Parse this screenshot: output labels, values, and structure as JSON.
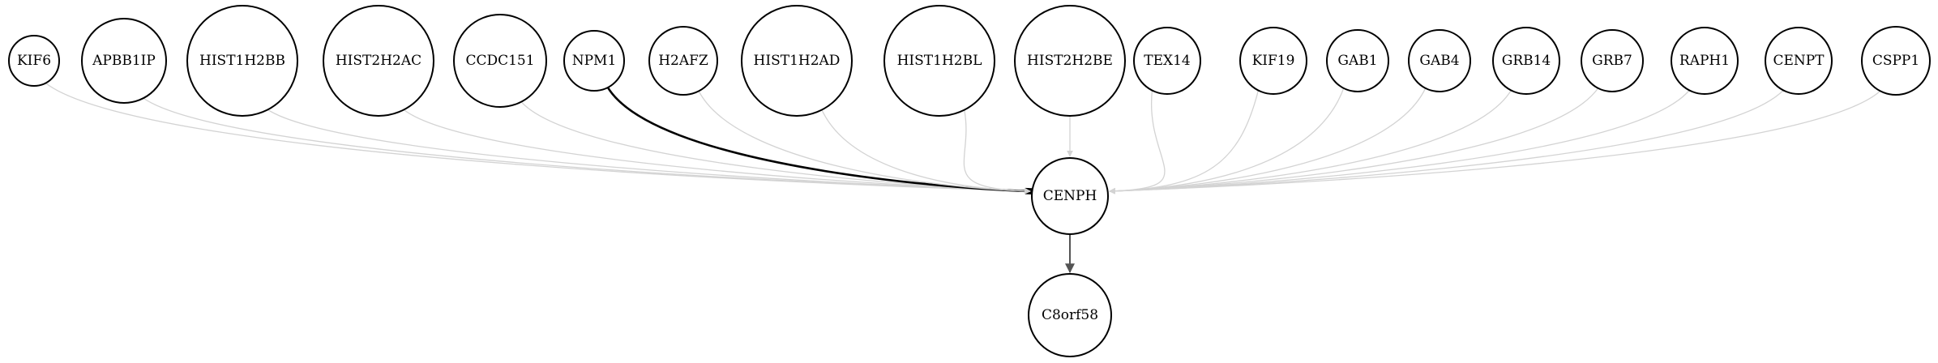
{
  "graph": {
    "nodes": [
      {
        "id": "KIF6",
        "label": "KIF6"
      },
      {
        "id": "APBB1IP",
        "label": "APBB1IP"
      },
      {
        "id": "HIST1H2BB",
        "label": "HIST1H2BB"
      },
      {
        "id": "HIST2H2AC",
        "label": "HIST2H2AC"
      },
      {
        "id": "CCDC151",
        "label": "CCDC151"
      },
      {
        "id": "NPM1",
        "label": "NPM1"
      },
      {
        "id": "H2AFZ",
        "label": "H2AFZ"
      },
      {
        "id": "HIST1H2AD",
        "label": "HIST1H2AD"
      },
      {
        "id": "HIST1H2BL",
        "label": "HIST1H2BL"
      },
      {
        "id": "HIST2H2BE",
        "label": "HIST2H2BE"
      },
      {
        "id": "TEX14",
        "label": "TEX14"
      },
      {
        "id": "KIF19",
        "label": "KIF19"
      },
      {
        "id": "GAB1",
        "label": "GAB1"
      },
      {
        "id": "GAB4",
        "label": "GAB4"
      },
      {
        "id": "GRB14",
        "label": "GRB14"
      },
      {
        "id": "GRB7",
        "label": "GRB7"
      },
      {
        "id": "RAPH1",
        "label": "RAPH1"
      },
      {
        "id": "CENPT",
        "label": "CENPT"
      },
      {
        "id": "CSPP1",
        "label": "CSPP1"
      },
      {
        "id": "CENPH",
        "label": "CENPH"
      },
      {
        "id": "C8orf58",
        "label": "C8orf58"
      }
    ],
    "edges": [
      {
        "from": "KIF6",
        "to": "CENPH",
        "style": "light"
      },
      {
        "from": "APBB1IP",
        "to": "CENPH",
        "style": "light"
      },
      {
        "from": "HIST1H2BB",
        "to": "CENPH",
        "style": "light"
      },
      {
        "from": "HIST2H2AC",
        "to": "CENPH",
        "style": "light"
      },
      {
        "from": "CCDC151",
        "to": "CENPH",
        "style": "light"
      },
      {
        "from": "NPM1",
        "to": "CENPH",
        "style": "strong"
      },
      {
        "from": "H2AFZ",
        "to": "CENPH",
        "style": "light"
      },
      {
        "from": "HIST1H2AD",
        "to": "CENPH",
        "style": "light"
      },
      {
        "from": "HIST1H2BL",
        "to": "CENPH",
        "style": "light"
      },
      {
        "from": "HIST2H2BE",
        "to": "CENPH",
        "style": "light"
      },
      {
        "from": "TEX14",
        "to": "CENPH",
        "style": "light"
      },
      {
        "from": "KIF19",
        "to": "CENPH",
        "style": "light"
      },
      {
        "from": "GAB1",
        "to": "CENPH",
        "style": "light"
      },
      {
        "from": "GAB4",
        "to": "CENPH",
        "style": "light"
      },
      {
        "from": "GRB14",
        "to": "CENPH",
        "style": "light"
      },
      {
        "from": "GRB7",
        "to": "CENPH",
        "style": "light"
      },
      {
        "from": "RAPH1",
        "to": "CENPH",
        "style": "light"
      },
      {
        "from": "CENPT",
        "to": "CENPH",
        "style": "light"
      },
      {
        "from": "CSPP1",
        "to": "CENPH",
        "style": "light"
      },
      {
        "from": "CENPH",
        "to": "C8orf58",
        "style": "medium"
      }
    ]
  },
  "colors": {
    "light": "#d3d3d3",
    "medium": "#545454",
    "strong": "#000000",
    "node_stroke": "#000000",
    "background": "#ffffff"
  }
}
